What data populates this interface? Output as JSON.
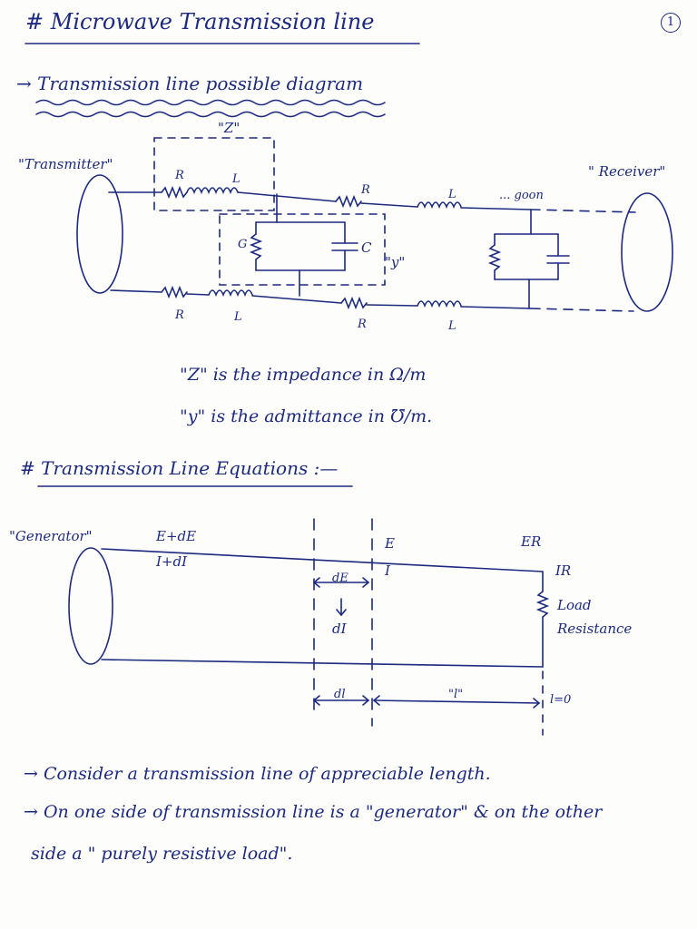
{
  "page": {
    "title": "# Microwave Transmission line",
    "page_number": "1"
  },
  "section1": {
    "heading": "→ Transmission line possible diagram",
    "z_label": "\"Z\"",
    "y_label": "\"y\"",
    "transmitter": "\"Transmitter\"",
    "receiver": "\" Receiver\"",
    "goon": "... goon",
    "R_top_1": "R",
    "L_top_1": "L",
    "R_top_2": "R",
    "L_top_2": "L",
    "G_label": "G",
    "C_label": "C",
    "R_bot_1": "R",
    "L_bot_1": "L",
    "R_bot_2": "R",
    "L_bot_2": "L",
    "note_z": "\"Z\" is the impedance in Ω/m",
    "note_y": "\"y\" is the admittance in ℧/m."
  },
  "section2": {
    "heading": "# Transmission Line Equations :—",
    "generator": "\"Generator\"",
    "EdE": "E+dE",
    "IdI": "I+dI",
    "E": "E",
    "I": "I",
    "ER": "ER",
    "IR": "IR",
    "dE": "dE",
    "dI": "dI",
    "load": "Load",
    "resistance": "Resistance",
    "dl": "dl",
    "l_label": "\"l\"",
    "l0": "l=0"
  },
  "notes": {
    "line1": "→ Consider a transmission line of appreciable length.",
    "line2": "→ On one side of transmission line is a \"generator\" & on the other",
    "line3": "side a \" purely resistive load\"."
  }
}
